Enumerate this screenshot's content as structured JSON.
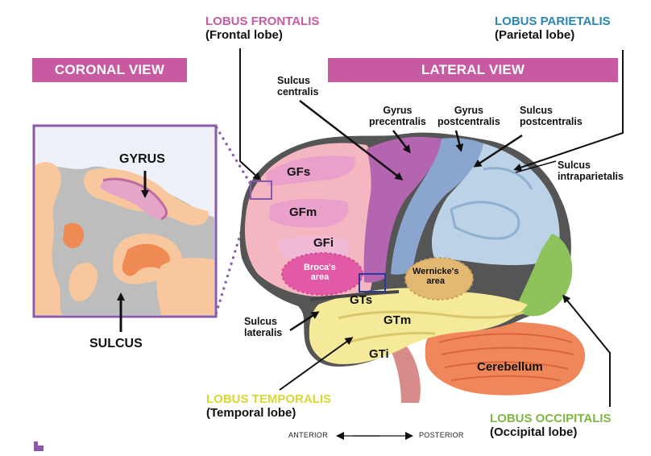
{
  "colors": {
    "frontal": "#c85aa1",
    "parietal": "#2a86b8",
    "temporal": "#e3e33a",
    "occipital": "#7db843",
    "banner": "#c85aa1"
  },
  "lobes": {
    "frontal": {
      "name": "LOBUS FRONTALIS",
      "sub": "(Frontal lobe)"
    },
    "parietal": {
      "name": "LOBUS PARIETALIS",
      "sub": "(Parietal lobe)"
    },
    "temporal": {
      "name": "LOBUS TEMPORALIS",
      "sub": "(Temporal lobe)"
    },
    "occipital": {
      "name": "LOBUS OCCIPITALIS",
      "sub": "(Occipital lobe)"
    }
  },
  "banners": {
    "coronal": "CORONAL VIEW",
    "lateral": "LATERAL VIEW"
  },
  "coronal": {
    "gyrus": "GYRUS",
    "sulcus": "SULCUS"
  },
  "labels": {
    "sulcus_centralis": [
      "Sulcus",
      "centralis"
    ],
    "gyrus_precentralis": [
      "Gyrus",
      "precentralis"
    ],
    "gyrus_postcentralis": [
      "Gyrus",
      "postcentralis"
    ],
    "sulcus_postcentralis": [
      "Sulcus",
      "postcentralis"
    ],
    "sulcus_intraparietalis": [
      "Sulcus",
      "intraparietalis"
    ],
    "sulcus_lateralis": [
      "Sulcus",
      "lateralis"
    ],
    "brocas_area": [
      "Broca's",
      "area"
    ],
    "wernickes_area": [
      "Wernicke's",
      "area"
    ],
    "gfs": "GFs",
    "gfm": "GFm",
    "gfi": "GFi",
    "gts": "GTs",
    "gtm": "GTm",
    "gti": "GTi",
    "cerebellum": "Cerebellum"
  },
  "orientation": {
    "anterior": "ANTERIOR",
    "posterior": "POSTERIOR"
  }
}
